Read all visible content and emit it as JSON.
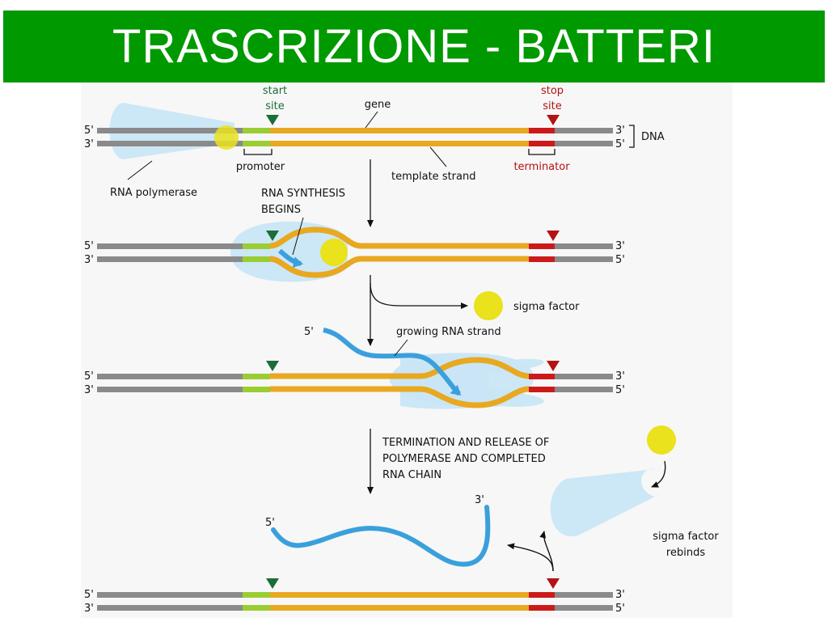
{
  "title": "TRASCRIZIONE - BATTERI",
  "colors": {
    "title_bg": "#009900",
    "title_text": "#ffffff",
    "dna_backbone": "#8a8a8a",
    "gene": "#e8a820",
    "promoter": "#9acd32",
    "terminator": "#cc1a1a",
    "start_marker": "#1b6e3a",
    "stop_marker": "#b31313",
    "polymerase": "#c9e6f5",
    "sigma_factor": "#e9e21c",
    "rna": "#3aa0dc"
  },
  "labels": {
    "start_site": [
      "start",
      "site"
    ],
    "stop_site": [
      "stop",
      "site"
    ],
    "gene": "gene",
    "dna": "DNA",
    "promoter": "promoter",
    "terminator": "terminator",
    "template_strand": "template strand",
    "rna_polymerase": "RNA polymerase",
    "rna_synthesis_begins": [
      "RNA SYNTHESIS",
      "BEGINS"
    ],
    "sigma_factor": "sigma factor",
    "growing_rna_strand": "growing RNA strand",
    "termination": [
      "TERMINATION AND RELEASE OF",
      "POLYMERASE AND COMPLETED",
      "RNA CHAIN"
    ],
    "sigma_factor_rebinds": [
      "sigma factor",
      "rebinds"
    ],
    "end_5": "5'",
    "end_3": "3'"
  }
}
